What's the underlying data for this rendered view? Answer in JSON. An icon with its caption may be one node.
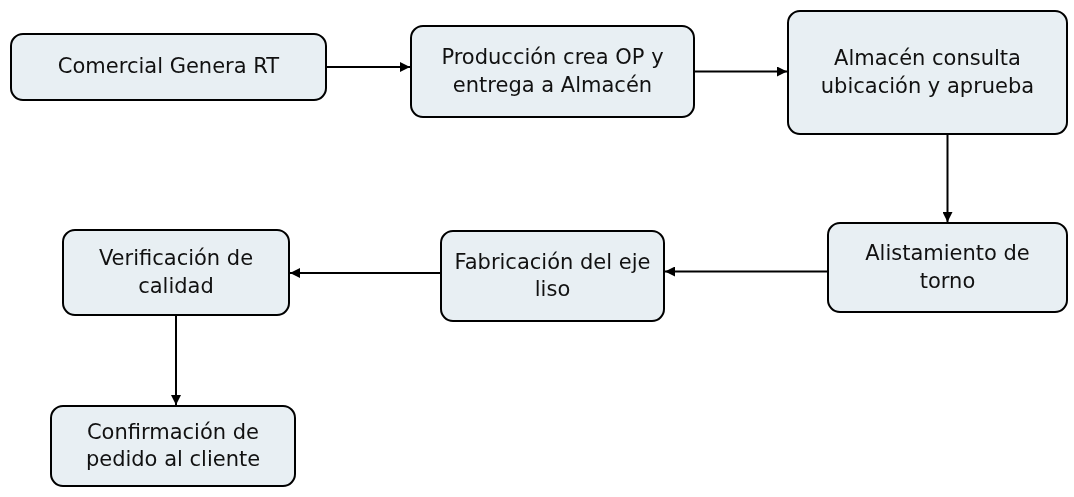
{
  "diagram": {
    "nodes": [
      {
        "text": [
          "Comercial Genera RT"
        ]
      },
      {
        "text": [
          "Producción crea OP y entrega a Almacén"
        ]
      },
      {
        "text": [
          "Almacén consulta ubicación y aprueba"
        ]
      },
      {
        "text": [
          "Alistamiento de torno"
        ]
      },
      {
        "text": [
          "Fabricación del eje liso"
        ]
      },
      {
        "text": [
          "Verificación de calidad"
        ]
      },
      {
        "text": [
          "Confirmación de pedido al cliente"
        ]
      }
    ],
    "edges": [
      {
        "from": 0,
        "to": 1,
        "arrow": "to"
      },
      {
        "from": 1,
        "to": 2,
        "arrow": "to"
      },
      {
        "from": 2,
        "to": 3,
        "arrow": "to"
      },
      {
        "from": 3,
        "to": 4,
        "arrow": "to"
      },
      {
        "from": 4,
        "to": 5,
        "arrow": "to"
      },
      {
        "from": 5,
        "to": 6,
        "arrow": "to"
      }
    ]
  }
}
